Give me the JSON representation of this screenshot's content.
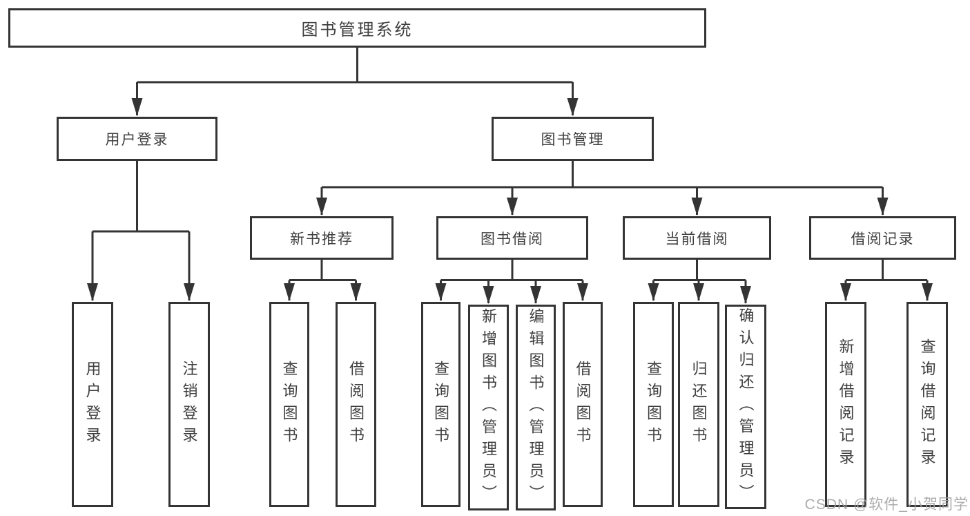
{
  "diagram": {
    "type": "hierarchy-tree",
    "colors": {
      "stroke": "#343434",
      "text": "#3f3f3f",
      "box_background": "#ffffff",
      "watermark": "#a3a3a3"
    },
    "tree": {
      "label": "图书管理系统",
      "children": [
        {
          "label": "用户登录",
          "children": [
            {
              "label": "用户登录"
            },
            {
              "label": "注销登录"
            }
          ]
        },
        {
          "label": "图书管理",
          "children": [
            {
              "label": "新书推荐",
              "children": [
                {
                  "label": "查询图书"
                },
                {
                  "label": "借阅图书"
                }
              ]
            },
            {
              "label": "图书借阅",
              "children": [
                {
                  "label": "查询图书"
                },
                {
                  "label": "新增图书（管理员）"
                },
                {
                  "label": "编辑图书（管理员）"
                },
                {
                  "label": "借阅图书"
                }
              ]
            },
            {
              "label": "当前借阅",
              "children": [
                {
                  "label": "查询图书"
                },
                {
                  "label": "归还图书"
                },
                {
                  "label": "确认归还（管理员）"
                }
              ]
            },
            {
              "label": "借阅记录",
              "children": [
                {
                  "label": "新增借阅记录"
                },
                {
                  "label": "查询借阅记录"
                }
              ]
            }
          ]
        }
      ]
    }
  },
  "watermark": {
    "text": "CSDN @软件_小贺同学"
  }
}
